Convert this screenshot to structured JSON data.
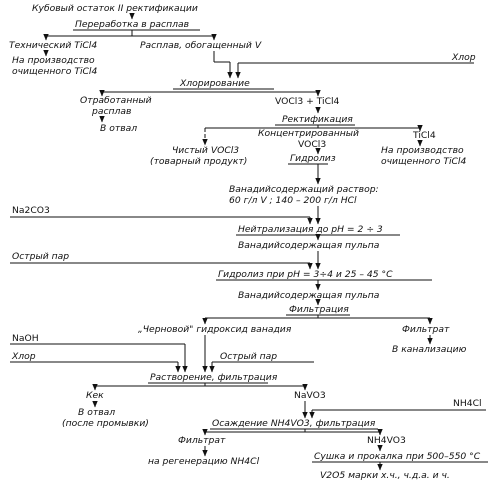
{
  "nodes": {
    "kubovyi": "Кубовый остаток II ректификации",
    "pererabotka": "Переработка в расплав",
    "tech_ticl4": "Технический TiCl4",
    "na_proizv_1a": "На производство",
    "na_proizv_1b": "очищенного TiCl4",
    "rasplav_v": "Расплав, обогащенный V",
    "khlor_top": "Хлор",
    "khlorirovanie": "Хлорирование",
    "otrab_a": "Отработанный",
    "otrab_b": "расплав",
    "v_otval_1": "В отвал",
    "voc_ticl": "VOCl3 + TiCl4",
    "rektifikaciya": "Ректификация",
    "chistyi": "Чистый VOCl3",
    "tovarnyi": "(товарный продукт)",
    "konc_a": "Концентрированный",
    "konc_b": "VOCl3",
    "ticl4": "TiCl4",
    "na_proizv_2a": "На производство",
    "na_proizv_2b": "очищенного TiCl4",
    "gidroliz": "Гидролиз",
    "van_rastvor_a": "Ванадийсодержащий раствор:",
    "van_rastvor_b": "60 г/л V ; 140 – 200 г/л HCl",
    "na2co3": "Na2CO3",
    "neitralizaciya": "Нейтрализация до pH = 2 ÷ 3",
    "van_pulpa_1": "Ванадийсодержащая пульпа",
    "ostryi_par_1": "Острый пар",
    "gidroliz_ph": "Гидролиз при pH = 3÷4 и 25 – 45 °С",
    "van_pulpa_2": "Ванадийсодержащая пульпа",
    "filtraciya_1": "Фильтрация",
    "chernovoi": "„Черновой\" гидроксид ванадия",
    "filtrat_1": "Фильтрат",
    "naoh": "NaOH",
    "v_kanalizaciyu": "В канализацию",
    "khlor_mid": "Хлор",
    "ostryi_par_2": "Острый пар",
    "rastvorenie": "Растворение, фильтрация",
    "kek": "Кек",
    "navo3": "NaVO3",
    "v_otval_2a": "В отвал",
    "v_otval_2b": "(после промывки)",
    "nh4cl_in": "NH4Cl",
    "osazhdenie": "Осаждение NH4VO3, фильтрация",
    "filtrat_2": "Фильтрат",
    "nh4vo3": "NH4VO3",
    "na_regeneraciyu": "на регенерацию NH4Cl",
    "sushka": "Сушка и прокалка при 500–550 °С",
    "v2o5": "V2O5 марки х.ч., ч.д.а. и ч."
  }
}
